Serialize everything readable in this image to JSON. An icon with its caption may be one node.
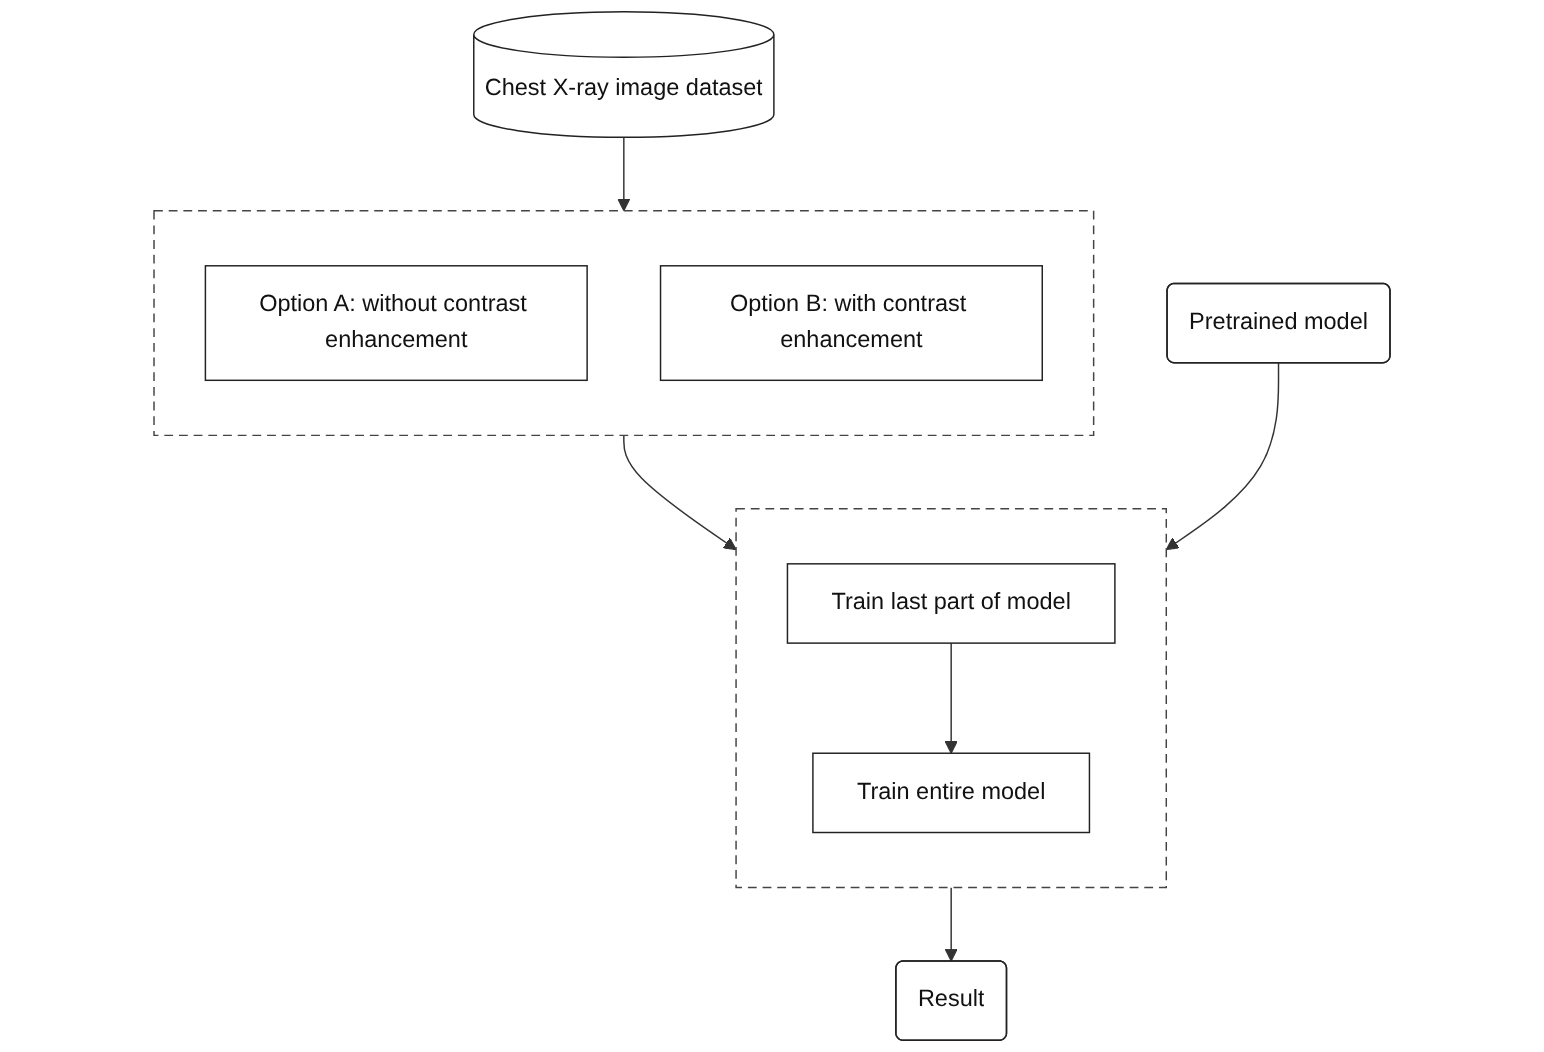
{
  "diagram": {
    "nodes": [
      {
        "text": [
          "Chest X-ray image dataset"
        ]
      },
      {
        "text": [],
        "shape": "box"
      },
      {
        "text": [
          "Option A: without contrast enhancement"
        ],
        "in": 1
      },
      {
        "text": [
          "Option B: with contrast enhancement"
        ],
        "in": 1
      },
      {
        "text": [
          "Pretrained model"
        ]
      },
      {
        "text": [],
        "shape": "box"
      },
      {
        "text": [
          "Train last part of model"
        ],
        "in": 5
      },
      {
        "text": [
          "Train entire model"
        ],
        "in": 5
      },
      {
        "text": [
          "Result"
        ]
      }
    ],
    "edges": [
      {
        "from": 0,
        "to": 1,
        "arrow": "to"
      },
      {
        "from": 1,
        "to": 5,
        "arrow": "to"
      },
      {
        "from": 4,
        "to": 5,
        "arrow": "to"
      },
      {
        "from": 6,
        "to": 7,
        "arrow": "to"
      },
      {
        "from": 5,
        "to": 8,
        "arrow": "to"
      }
    ]
  }
}
